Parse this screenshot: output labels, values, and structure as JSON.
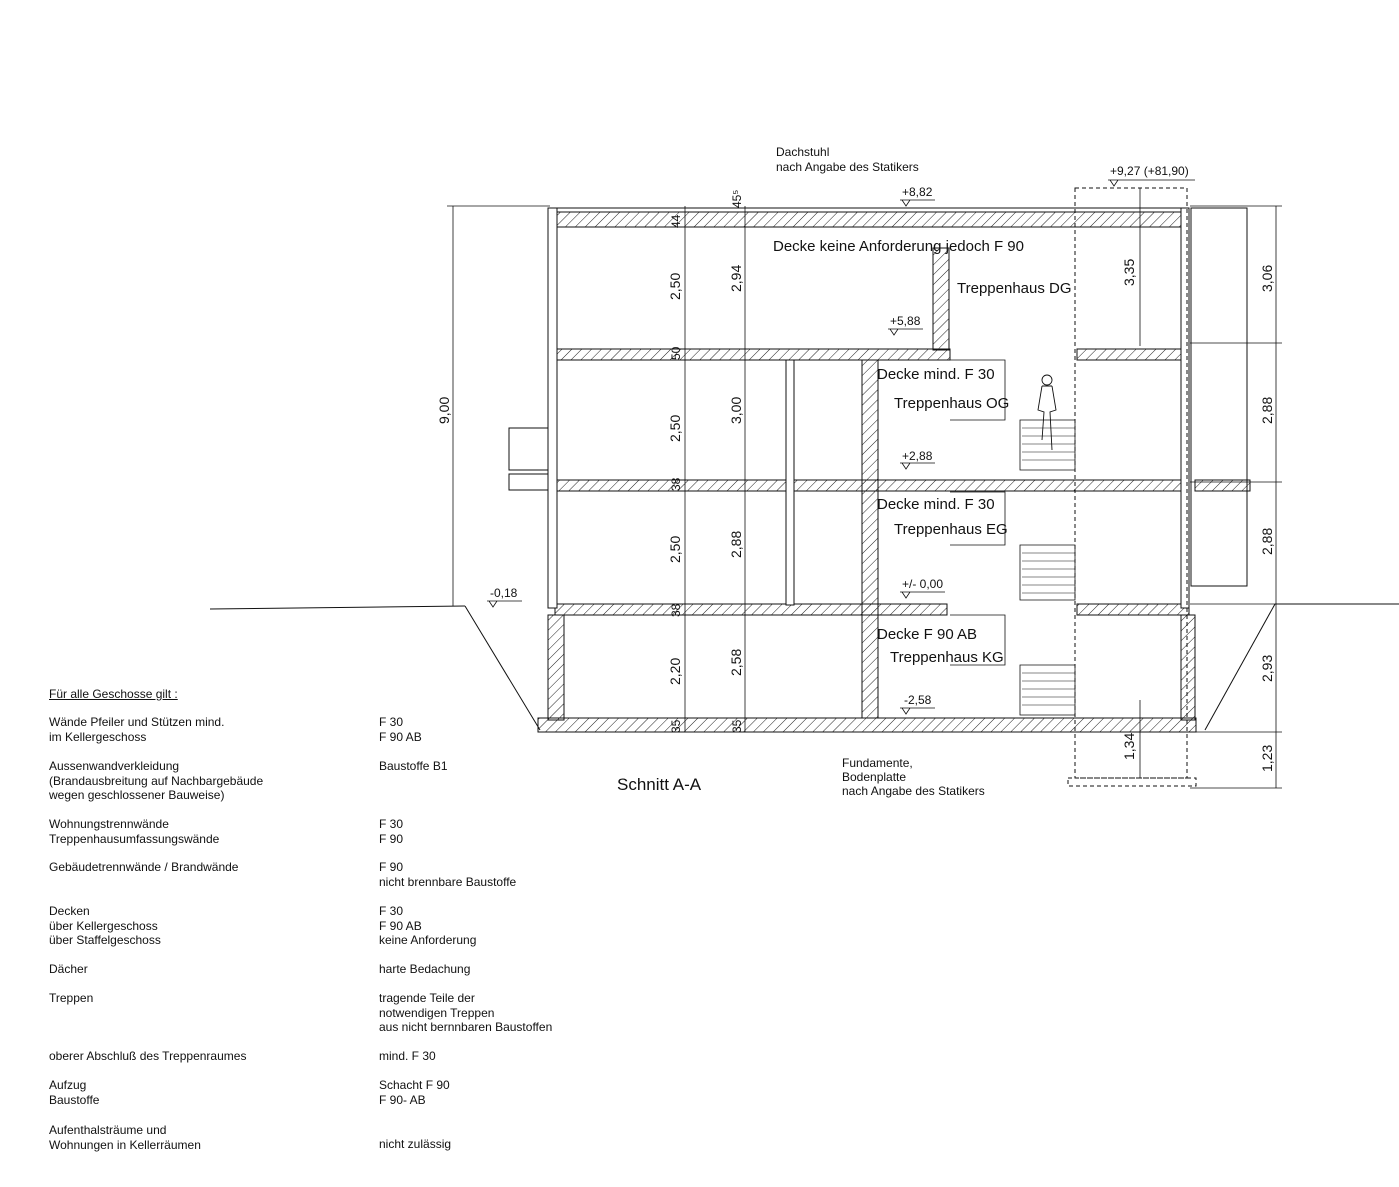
{
  "section": {
    "title": "Schnitt A-A",
    "roof_note": [
      "Dachstuhl",
      "nach Angabe des Statikers"
    ],
    "foundation_note": [
      "Fundamente,",
      "Bodenplatte",
      "nach Angabe des Statikers"
    ],
    "levels": {
      "top": "+8,82",
      "top_stair": "+9,27 (+81,90)",
      "dg": "+5,88",
      "og": "+2,88",
      "eg": "+/- 0,00",
      "kg": "-2,58",
      "ground": "-0,18"
    },
    "room_labels": {
      "roof_deck": "Decke keine Anforderung jedoch F 90",
      "dg": "Treppenhaus DG",
      "og_deck": "Decke mind. F 30",
      "og": "Treppenhaus OG",
      "eg_deck": "Decke mind. F 30",
      "eg": "Treppenhaus EG",
      "kg_deck": "Decke F 90 AB",
      "kg": "Treppenhaus KG"
    },
    "dims": {
      "total_height": "9,00",
      "clear_heights": [
        "2,50",
        "2,50",
        "2,50",
        "2,20"
      ],
      "story_heights": [
        "2,94",
        "3,00",
        "2,88",
        "2,58"
      ],
      "slab_thickness": [
        "44",
        "45⁵",
        "50",
        "38",
        "38",
        "35",
        "35"
      ],
      "stair_tower": "3,35",
      "right_heights": [
        "3,06",
        "2,88",
        "2,88",
        "2,93",
        "1,23"
      ],
      "foundation": "1,34"
    }
  },
  "notes": {
    "heading": "Für alle Geschosse gilt :",
    "rows": [
      {
        "label": [
          "Wände Pfeiler und Stützen mind.",
          "im Kellergeschoss"
        ],
        "value": [
          "F 30",
          "F 90 AB"
        ]
      },
      {
        "label": [
          "Aussenwandverkleidung",
          "(Brandausbreitung auf Nachbargebäude",
          "wegen geschlossener Bauweise)"
        ],
        "value": [
          "Baustoffe B1"
        ]
      },
      {
        "label": [
          "Wohnungstrennwände",
          "Treppenhausumfassungswände"
        ],
        "value": [
          "F 30",
          "F 90"
        ]
      },
      {
        "label": [
          "Gebäudetrennwände / Brandwände"
        ],
        "value": [
          "F 90",
          "nicht brennbare Baustoffe"
        ]
      },
      {
        "label": [
          "Decken",
          "über Kellergeschoss",
          "über Staffelgeschoss"
        ],
        "value": [
          "F 30",
          "F 90 AB",
          "keine Anforderung"
        ]
      },
      {
        "label": [
          "Dächer"
        ],
        "value": [
          "harte Bedachung"
        ]
      },
      {
        "label": [
          "Treppen"
        ],
        "value": [
          "tragende Teile der",
          "notwendigen Treppen",
          "aus nicht bernnbaren Baustoffen"
        ]
      },
      {
        "label": [
          "oberer Abschluß des Treppenraumes"
        ],
        "value": [
          "mind. F 30"
        ]
      },
      {
        "label": [
          "Aufzug",
          "Baustoffe"
        ],
        "value": [
          "Schacht F 90",
          "F 90- AB"
        ]
      },
      {
        "label": [
          "Aufenthalsträume und",
          "Wohnungen in Kellerräumen"
        ],
        "value": [
          "nicht zulässig"
        ]
      }
    ]
  }
}
